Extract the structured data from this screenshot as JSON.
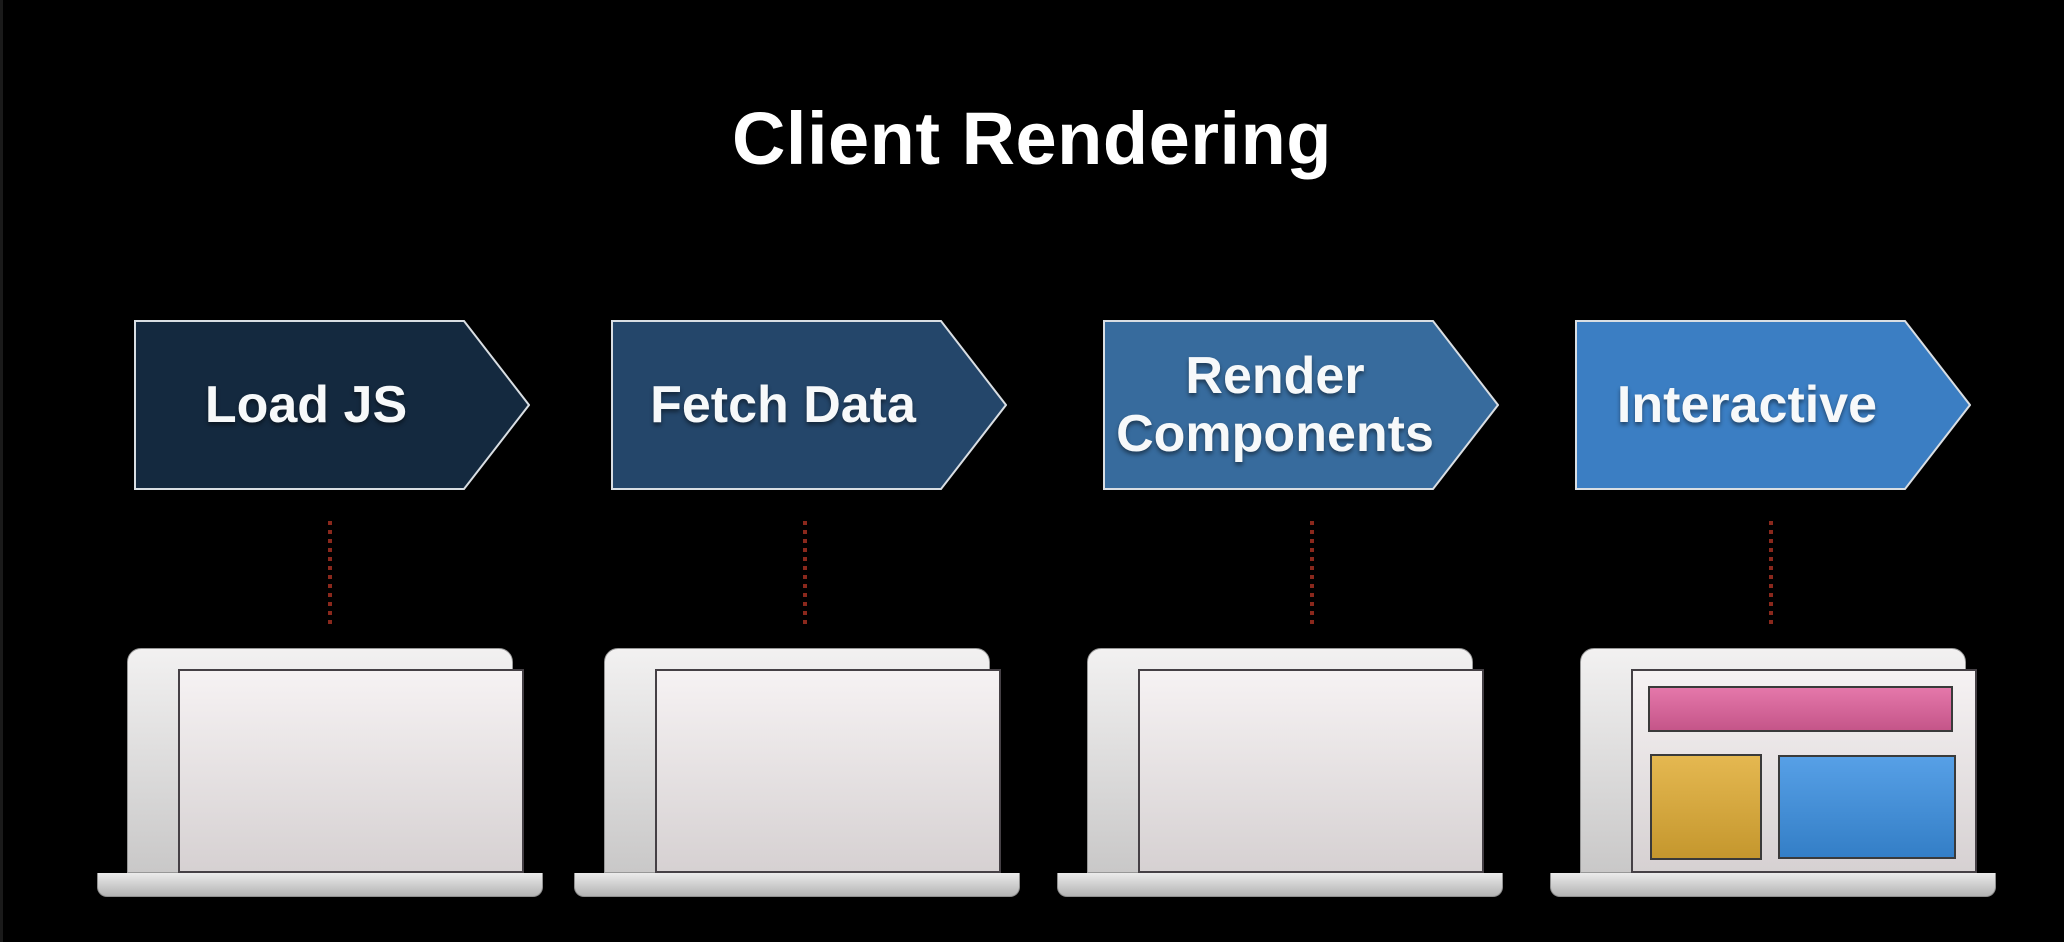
{
  "title": "Client Rendering",
  "steps": [
    {
      "label": "Load JS",
      "fill": "#14293f"
    },
    {
      "label": "Fetch Data",
      "fill": "#24466a"
    },
    {
      "label": "Render Components",
      "fill": "#376b9d"
    },
    {
      "label": "Interactive",
      "fill": "#3b7ec3"
    }
  ],
  "arrow_border_color": "#d9dee3",
  "connector_color": "#8a281c",
  "laptops": [
    {
      "screen_content": "blank"
    },
    {
      "screen_content": "blank"
    },
    {
      "screen_content": "blank"
    },
    {
      "screen_content": "rendered",
      "blocks": {
        "header": "#e0619c",
        "left": "#e0ac34",
        "right": "#3b90e2"
      }
    }
  ]
}
